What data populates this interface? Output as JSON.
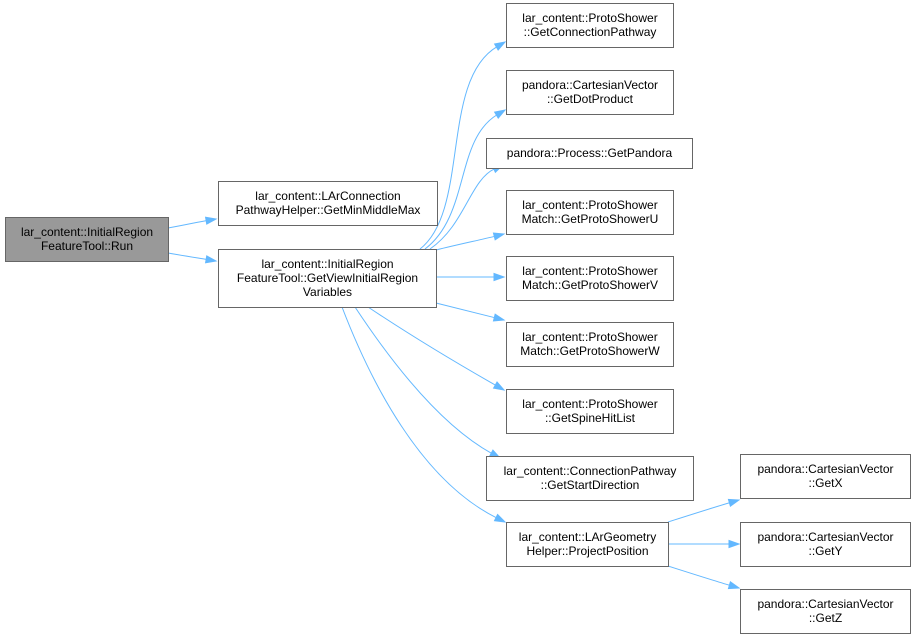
{
  "colors": {
    "edge": "#63b8ff",
    "node_border": "#666666",
    "node_fill": "#ffffff",
    "root_fill": "#999999"
  },
  "nodes": [
    {
      "id": "run",
      "lines": [
        "lar_content::InitialRegion",
        "FeatureTool::Run"
      ],
      "root": true
    },
    {
      "id": "getminmiddlemax",
      "lines": [
        "lar_content::LArConnection",
        "PathwayHelper::GetMinMiddleMax"
      ]
    },
    {
      "id": "getviewinitialregionvariables",
      "lines": [
        "lar_content::InitialRegion",
        "FeatureTool::GetViewInitialRegion",
        "Variables"
      ]
    },
    {
      "id": "getconnectionpathway",
      "lines": [
        "lar_content::ProtoShower",
        "::GetConnectionPathway"
      ]
    },
    {
      "id": "getdotproduct",
      "lines": [
        "pandora::CartesianVector",
        "::GetDotProduct"
      ]
    },
    {
      "id": "getpandora",
      "lines": [
        "pandora::Process::GetPandora"
      ]
    },
    {
      "id": "getprotoshoweru",
      "lines": [
        "lar_content::ProtoShower",
        "Match::GetProtoShowerU"
      ]
    },
    {
      "id": "getprotoshowerv",
      "lines": [
        "lar_content::ProtoShower",
        "Match::GetProtoShowerV"
      ]
    },
    {
      "id": "getprotoshowerw",
      "lines": [
        "lar_content::ProtoShower",
        "Match::GetProtoShowerW"
      ]
    },
    {
      "id": "getspinehitlist",
      "lines": [
        "lar_content::ProtoShower",
        "::GetSpineHitList"
      ]
    },
    {
      "id": "getstartdirection",
      "lines": [
        "lar_content::ConnectionPathway",
        "::GetStartDirection"
      ]
    },
    {
      "id": "projectposition",
      "lines": [
        "lar_content::LArGeometry",
        "Helper::ProjectPosition"
      ]
    },
    {
      "id": "getx",
      "lines": [
        "pandora::CartesianVector",
        "::GetX"
      ]
    },
    {
      "id": "gety",
      "lines": [
        "pandora::CartesianVector",
        "::GetY"
      ]
    },
    {
      "id": "getz",
      "lines": [
        "pandora::CartesianVector",
        "::GetZ"
      ]
    }
  ],
  "edges": [
    {
      "from": "run",
      "to": "getminmiddlemax"
    },
    {
      "from": "run",
      "to": "getviewinitialregionvariables"
    },
    {
      "from": "getviewinitialregionvariables",
      "to": "getconnectionpathway"
    },
    {
      "from": "getviewinitialregionvariables",
      "to": "getdotproduct"
    },
    {
      "from": "getviewinitialregionvariables",
      "to": "getpandora"
    },
    {
      "from": "getviewinitialregionvariables",
      "to": "getprotoshoweru"
    },
    {
      "from": "getviewinitialregionvariables",
      "to": "getprotoshowerv"
    },
    {
      "from": "getviewinitialregionvariables",
      "to": "getprotoshowerw"
    },
    {
      "from": "getviewinitialregionvariables",
      "to": "getspinehitlist"
    },
    {
      "from": "getviewinitialregionvariables",
      "to": "getstartdirection"
    },
    {
      "from": "getviewinitialregionvariables",
      "to": "projectposition"
    },
    {
      "from": "projectposition",
      "to": "getx"
    },
    {
      "from": "projectposition",
      "to": "gety"
    },
    {
      "from": "projectposition",
      "to": "getz"
    }
  ]
}
